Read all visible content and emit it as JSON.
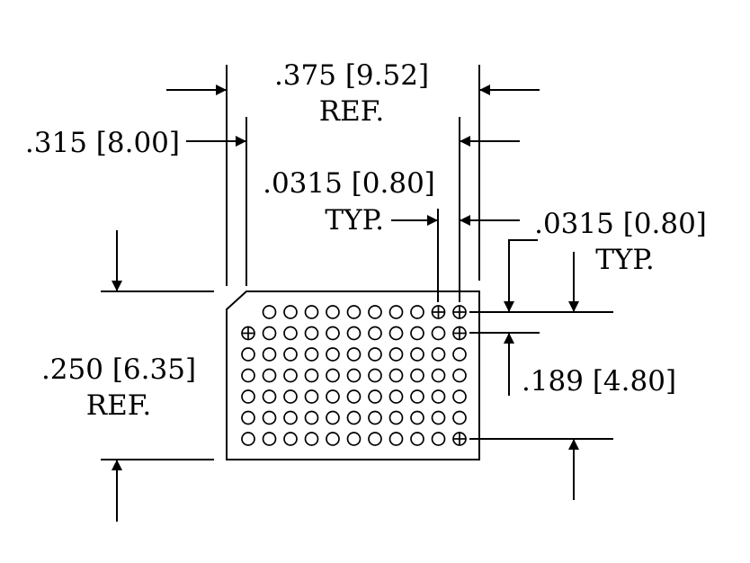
{
  "dims": {
    "width_ref": {
      "value": ".375 [9.52]",
      "note": "REF."
    },
    "body_width": {
      "value": ".315 [8.00]"
    },
    "pitch_x": {
      "value": ".0315 [0.80]",
      "note": "TYP."
    },
    "pitch_y": {
      "value": ".0315 [0.80]",
      "note": "TYP."
    },
    "height_ref": {
      "value": ".250 [6.35]",
      "note": "REF."
    },
    "row_span": {
      "value": ".189 [4.80]"
    }
  },
  "pad_grid": {
    "columns": 11,
    "rows": 7,
    "omitted": [
      [
        0,
        0
      ]
    ],
    "marked": [
      [
        0,
        9
      ],
      [
        0,
        10
      ],
      [
        1,
        0
      ],
      [
        1,
        10
      ],
      [
        6,
        10
      ]
    ]
  }
}
